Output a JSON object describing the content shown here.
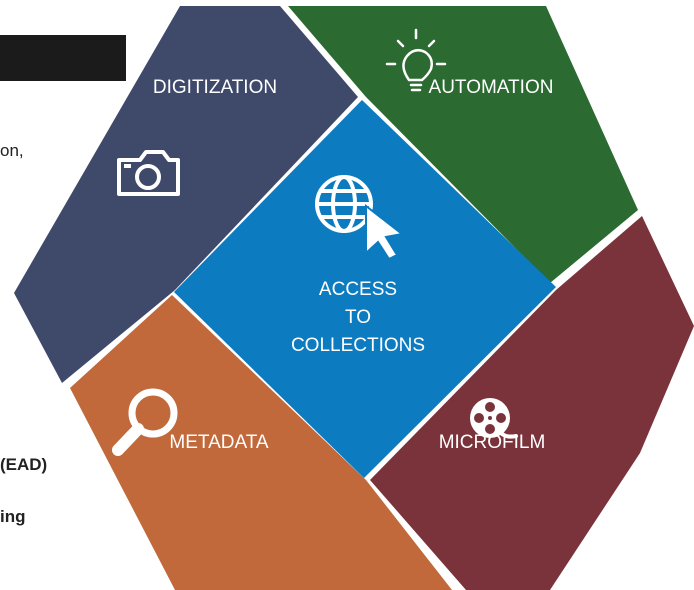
{
  "left_text": {
    "line1": "on,",
    "line2": "(EAD)",
    "line3": "ing"
  },
  "diagram": {
    "center": [
      "ACCESS",
      "TO",
      "COLLECTIONS"
    ],
    "segments": {
      "digitization": "DIGITIZATION",
      "automation": "AUTOMATION",
      "metadata": "METADATA",
      "microfilm": "MICROFILM"
    },
    "colors": {
      "digitization": "#3f4a6b",
      "automation": "#2b6a30",
      "metadata": "#c1693a",
      "microfilm": "#7a333b",
      "center": "#0c7bc0"
    },
    "icons": {
      "digitization": "camera-icon",
      "automation": "lightbulb-icon",
      "center": "globe-cursor-icon",
      "metadata": "magnifier-icon",
      "microfilm": "film-reel-icon"
    }
  }
}
